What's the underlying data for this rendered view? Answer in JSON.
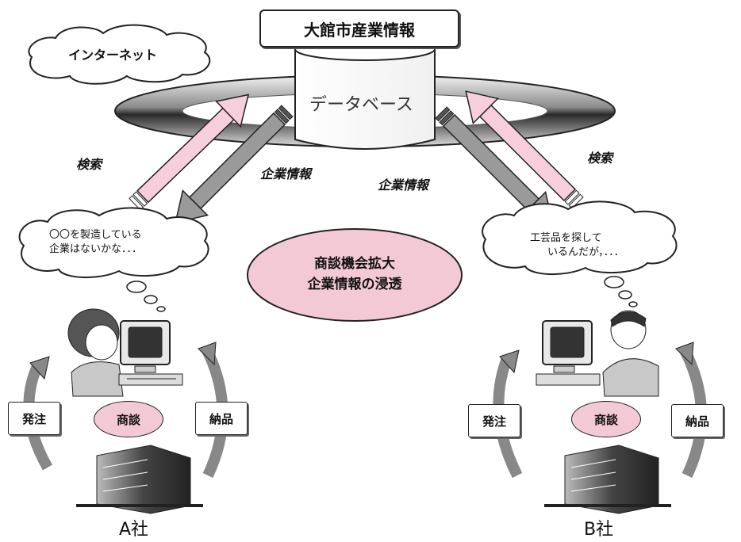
{
  "title": "大館市産業情報",
  "internet": "インターネット",
  "database": "データベース",
  "arrows": {
    "search_left": "検索",
    "search_right": "検索",
    "company_info_left": "企業情報",
    "company_info_right": "企業情報"
  },
  "thought_a": [
    "〇〇を製造している",
    "企業はないかな．．．"
  ],
  "thought_b": [
    "工芸品を探して",
    "いるんだが，．．．"
  ],
  "center": [
    "商談機会拡大",
    "企業情報の浸透"
  ],
  "company_a": {
    "name": "A社",
    "order": "発注",
    "negotiation": "商談",
    "delivery": "納品"
  },
  "company_b": {
    "name": "B社",
    "order": "発注",
    "negotiation": "商談",
    "delivery": "納品"
  },
  "colors": {
    "pink": "#f4c9d6",
    "arrow_pink": "#f7cfdc",
    "arrow_gray": "#9a9a9a",
    "outline": "#222222"
  }
}
